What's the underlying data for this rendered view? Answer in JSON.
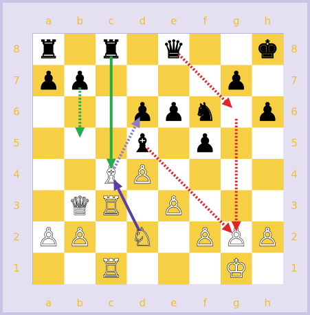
{
  "board": {
    "files": [
      "a",
      "b",
      "c",
      "d",
      "e",
      "f",
      "g",
      "h"
    ],
    "ranks": [
      "8",
      "7",
      "6",
      "5",
      "4",
      "3",
      "2",
      "1"
    ],
    "light_color": "#ffffff",
    "dark_color": "#f7cf45",
    "frame_color": "#e4e0f2",
    "coord_color": "#f0be2a"
  },
  "pieces": [
    {
      "square": "a8",
      "color": "black",
      "type": "rook",
      "glyph": "♜"
    },
    {
      "square": "c8",
      "color": "black",
      "type": "rook",
      "glyph": "♜"
    },
    {
      "square": "e8",
      "color": "black",
      "type": "queen",
      "glyph": "♛"
    },
    {
      "square": "h8",
      "color": "black",
      "type": "king",
      "glyph": "♚"
    },
    {
      "square": "a7",
      "color": "black",
      "type": "pawn",
      "glyph": "♟"
    },
    {
      "square": "b7",
      "color": "black",
      "type": "pawn",
      "glyph": "♟"
    },
    {
      "square": "g7",
      "color": "black",
      "type": "pawn",
      "glyph": "♟"
    },
    {
      "square": "d6",
      "color": "black",
      "type": "pawn",
      "glyph": "♟"
    },
    {
      "square": "e6",
      "color": "black",
      "type": "pawn",
      "glyph": "♟"
    },
    {
      "square": "f6",
      "color": "black",
      "type": "knight",
      "glyph": "♞"
    },
    {
      "square": "h6",
      "color": "black",
      "type": "pawn",
      "glyph": "♟"
    },
    {
      "square": "d5",
      "color": "black",
      "type": "bishop",
      "glyph": "♝"
    },
    {
      "square": "f5",
      "color": "black",
      "type": "pawn",
      "glyph": "♟"
    },
    {
      "square": "c4",
      "color": "white",
      "type": "bishop",
      "glyph": "♗"
    },
    {
      "square": "d4",
      "color": "white",
      "type": "pawn",
      "glyph": "♙"
    },
    {
      "square": "b3",
      "color": "white",
      "type": "queen",
      "glyph": "♕"
    },
    {
      "square": "c3",
      "color": "white",
      "type": "rook",
      "glyph": "♖"
    },
    {
      "square": "e3",
      "color": "white",
      "type": "pawn",
      "glyph": "♙"
    },
    {
      "square": "a2",
      "color": "white",
      "type": "pawn",
      "glyph": "♙"
    },
    {
      "square": "b2",
      "color": "white",
      "type": "pawn",
      "glyph": "♙"
    },
    {
      "square": "d2",
      "color": "white",
      "type": "knight",
      "glyph": "♘"
    },
    {
      "square": "f2",
      "color": "white",
      "type": "pawn",
      "glyph": "♙"
    },
    {
      "square": "g2",
      "color": "white",
      "type": "pawn",
      "glyph": "♙"
    },
    {
      "square": "h2",
      "color": "white",
      "type": "pawn",
      "glyph": "♙"
    },
    {
      "square": "c1",
      "color": "white",
      "type": "rook",
      "glyph": "♖"
    },
    {
      "square": "g1",
      "color": "white",
      "type": "king",
      "glyph": "♔"
    }
  ],
  "arrows": [
    {
      "from": "c8",
      "to": "c4",
      "color": "#1fae47",
      "style": "solid"
    },
    {
      "from": "b7",
      "to": "b5",
      "color": "#1fae47",
      "style": "dotted"
    },
    {
      "from": "d2",
      "to": "c4",
      "color": "#5b3fa6",
      "style": "solid"
    },
    {
      "from": "c4",
      "to": "d6",
      "color": "#8f7ac4",
      "style": "dotted"
    },
    {
      "from": "e8",
      "to": "g6",
      "color": "#e0262b",
      "style": "dotted"
    },
    {
      "from": "g6",
      "to": "g2",
      "color": "#e0262b",
      "style": "dotted"
    },
    {
      "from": "d5",
      "to": "g2",
      "color": "#e0262b",
      "style": "dotted"
    }
  ]
}
